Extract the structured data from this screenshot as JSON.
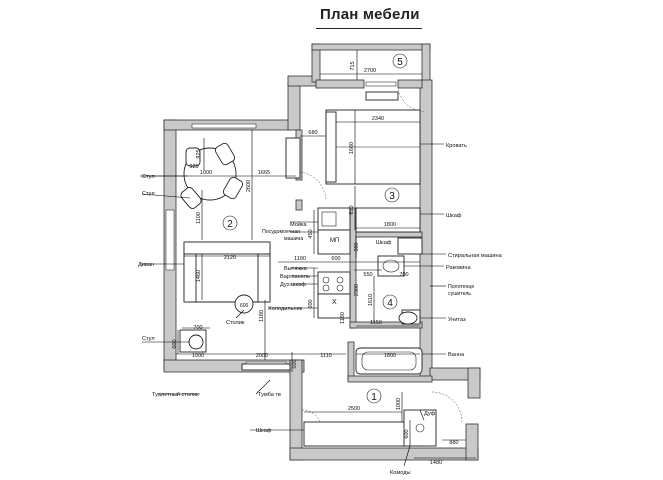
{
  "title": "План мебели",
  "rooms": [
    "5",
    "3",
    "2",
    "4",
    "1"
  ],
  "dimensions": {
    "d2700": "2700",
    "d715": "715",
    "d680": "680",
    "d2340": "2340",
    "d1660": "1660",
    "d925": "925",
    "d1000a": "1000",
    "d1665": "1665",
    "d2600": "2600",
    "d610": "610",
    "d1800a": "1800",
    "d1100": "1100",
    "d450": "450",
    "d380": "380",
    "d2120": "2120",
    "d1190": "1190",
    "d600a": "600",
    "d700a": "700",
    "d1460": "1460",
    "d550": "550",
    "d2300": "2300",
    "d600b": "600",
    "d1610": "1610",
    "d1180": "1180",
    "d1150": "1150",
    "d700b": "700",
    "d600c": "600",
    "d1000b": "1000",
    "d2000": "2000",
    "d500": "500",
    "d1110": "1110",
    "d1800b": "1800",
    "d2500": "2500",
    "d1000c": "1000",
    "d600d": "600",
    "d880": "880",
    "d1480": "1480"
  },
  "labels": {
    "krovat": "Кровать",
    "shkaf_bedroom": "Шкаф",
    "stiralnaya": "Стиральная машина",
    "rakovina": "Раковина",
    "polotence": "Полотенце сушитель",
    "unitaz": "Унитаз",
    "vanna": "Ванна",
    "duf": "Дуф",
    "shkaf_hall": "Шкаф",
    "komody": "Комоды",
    "tumba": "Тумба тв",
    "tualetny": "Туалетный столик",
    "stul_bottom": "Стул",
    "divan": "Диван",
    "stul_1": "Стул",
    "stul_2": "Стул",
    "stolik": "Столик",
    "holodilnik": "Холодильник",
    "duh_shkaf": "Дух.шкаф",
    "var_panel": "Вар.панель",
    "vytyazhka": "Вытяжка",
    "moyka": "Мойка",
    "posudomoechnaya": "Посудомоечная машина",
    "shkaf_kitchen": "Шкаф",
    "mp_symbol": "МП",
    "oven_symbol": "Х",
    "table_size": "600"
  }
}
